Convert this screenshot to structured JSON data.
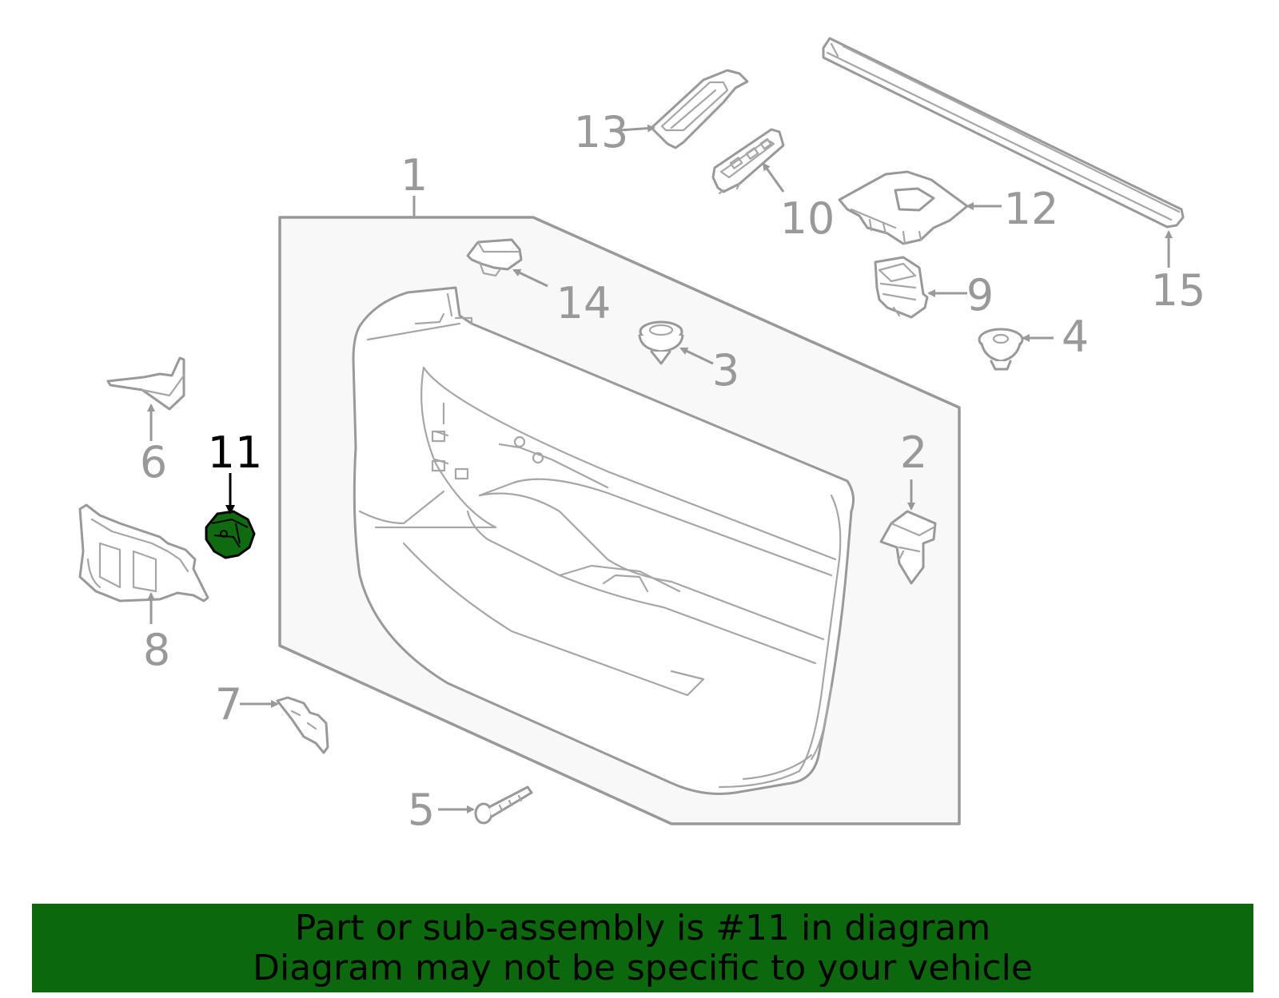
{
  "diagram": {
    "highlight_callout": "11",
    "colors": {
      "line": "#999999",
      "highlight_fill": "#0f6b0f",
      "highlight_text": "#000000",
      "banner_bg": "#0c680c",
      "panel_fill": "#f8f8f8"
    },
    "callouts": [
      {
        "id": "1",
        "label": "1"
      },
      {
        "id": "2",
        "label": "2"
      },
      {
        "id": "3",
        "label": "3"
      },
      {
        "id": "4",
        "label": "4"
      },
      {
        "id": "5",
        "label": "5"
      },
      {
        "id": "6",
        "label": "6"
      },
      {
        "id": "7",
        "label": "7"
      },
      {
        "id": "8",
        "label": "8"
      },
      {
        "id": "9",
        "label": "9"
      },
      {
        "id": "10",
        "label": "10"
      },
      {
        "id": "11",
        "label": "11"
      },
      {
        "id": "12",
        "label": "12"
      },
      {
        "id": "13",
        "label": "13"
      },
      {
        "id": "14",
        "label": "14"
      },
      {
        "id": "15",
        "label": "15"
      }
    ]
  },
  "banner": {
    "line1": "Part or sub-assembly is #11 in diagram",
    "line2": "Diagram may not be specific to your vehicle"
  }
}
